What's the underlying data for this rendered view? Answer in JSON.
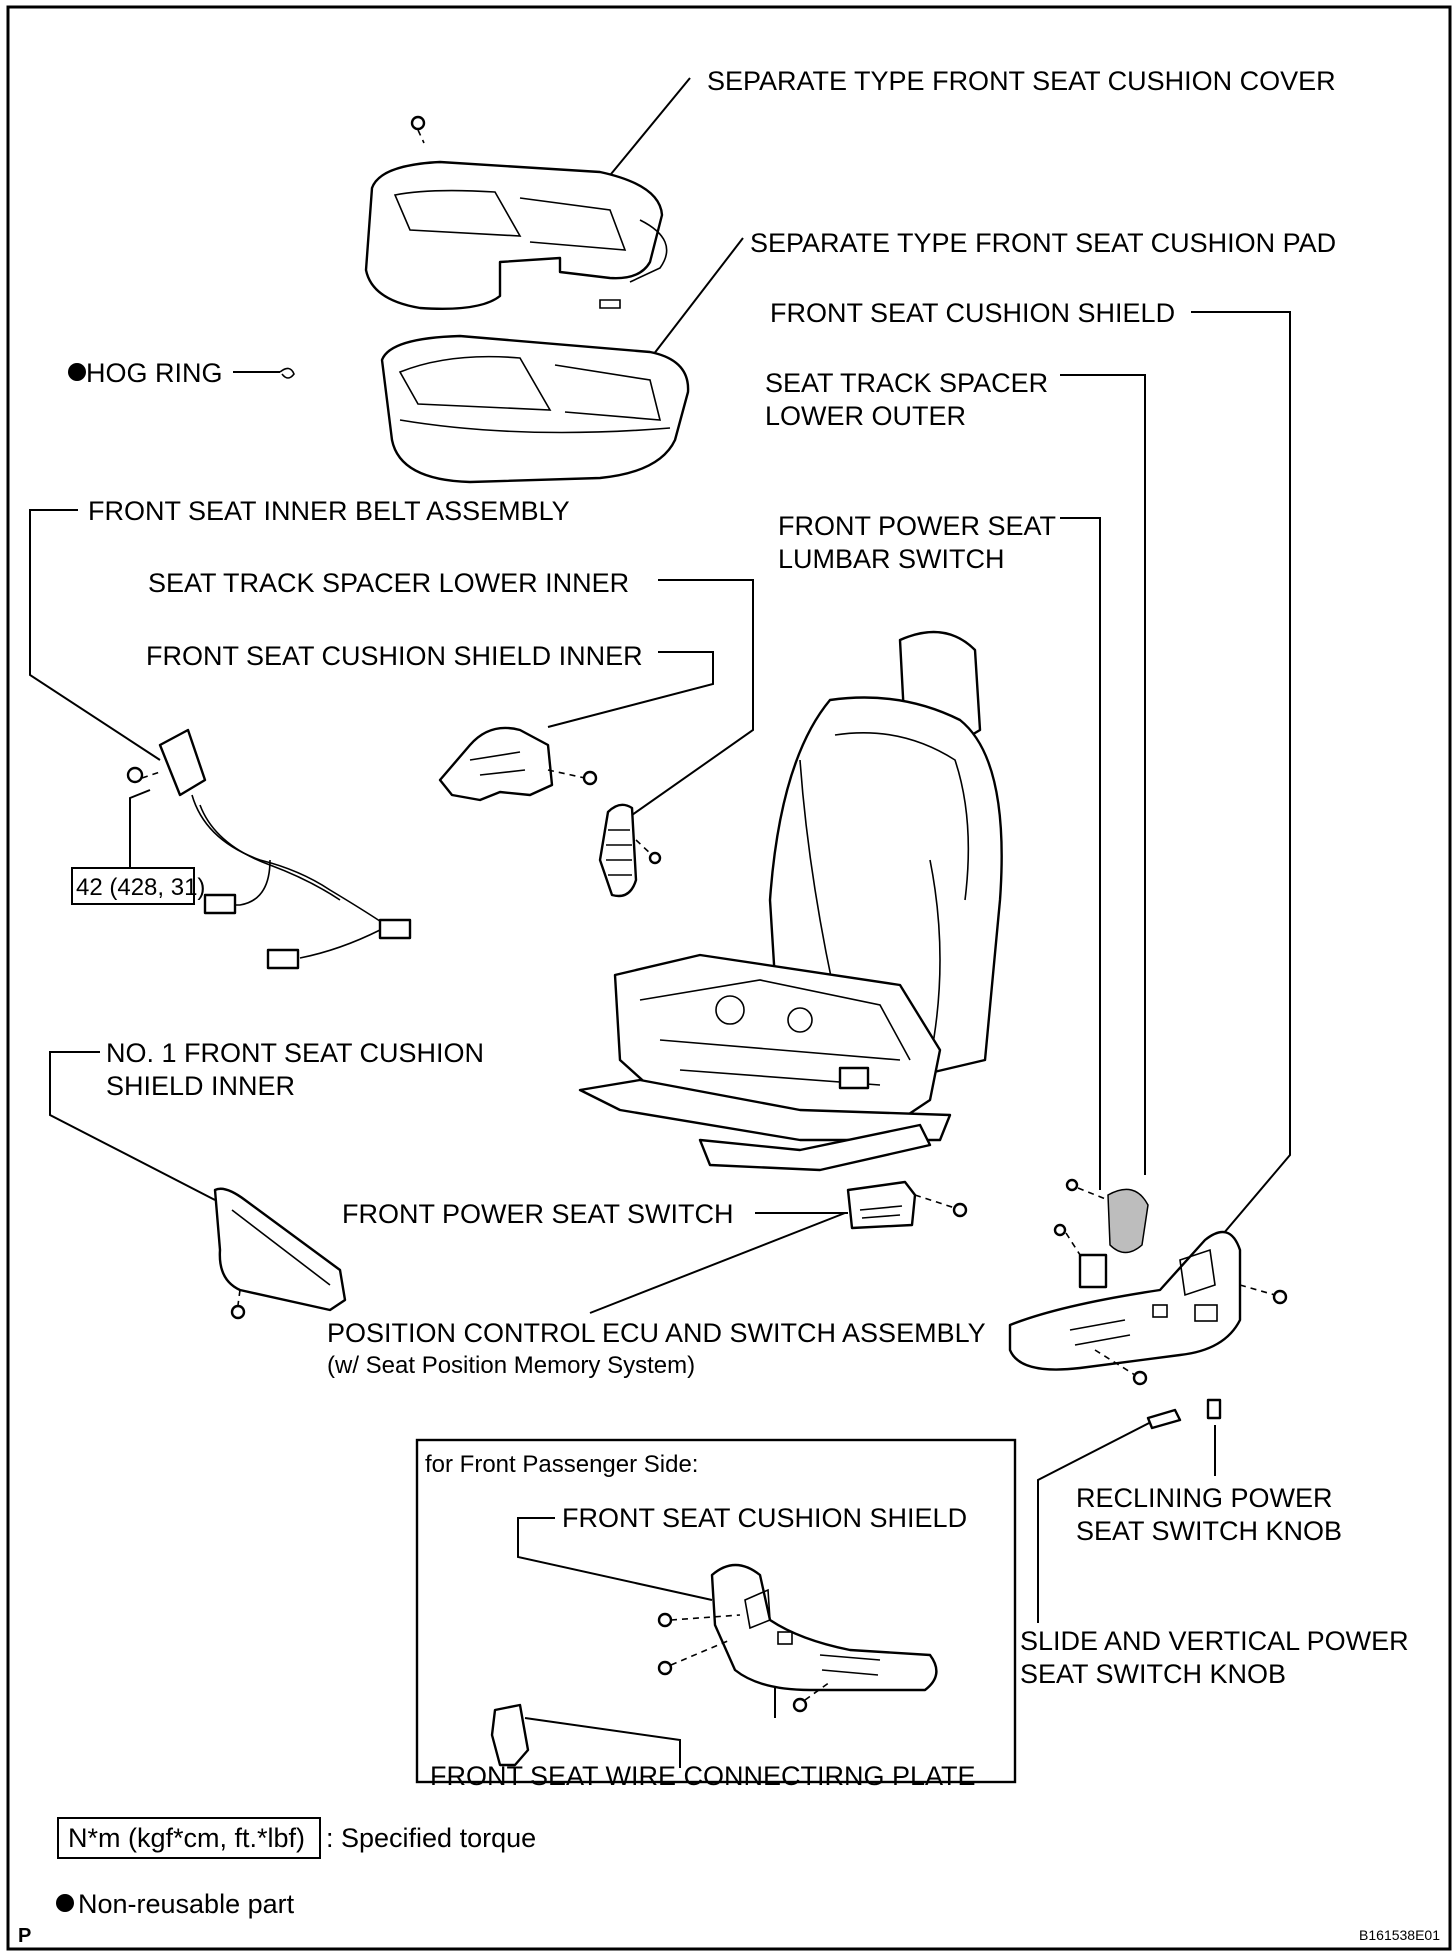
{
  "labels": {
    "cushion_cover": "SEPARATE TYPE FRONT SEAT CUSHION COVER",
    "cushion_pad": "SEPARATE TYPE FRONT SEAT CUSHION PAD",
    "cushion_shield": "FRONT SEAT CUSHION SHIELD",
    "hog_ring": "HOG RING",
    "track_spacer_outer_1": "SEAT TRACK SPACER",
    "track_spacer_outer_2": "LOWER OUTER",
    "inner_belt": "FRONT SEAT INNER BELT ASSEMBLY",
    "lumbar_switch_1": "FRONT POWER SEAT",
    "lumbar_switch_2": "LUMBAR SWITCH",
    "track_spacer_inner": "SEAT TRACK SPACER LOWER INNER",
    "shield_inner": "FRONT SEAT CUSHION SHIELD INNER",
    "no1_shield_inner_1": "NO. 1 FRONT SEAT CUSHION",
    "no1_shield_inner_2": "SHIELD INNER",
    "power_seat_switch": "FRONT POWER SEAT SWITCH",
    "ecu_assembly_1": "POSITION CONTROL ECU AND SWITCH ASSEMBLY",
    "ecu_assembly_2": "(w/ Seat Position Memory System)",
    "reclining_knob_1": "RECLINING POWER",
    "reclining_knob_2": "SEAT SWITCH KNOB",
    "slide_knob_1": "SLIDE AND VERTICAL POWER",
    "slide_knob_2": "SEAT SWITCH KNOB",
    "passenger_title": "for Front Passenger Side:",
    "passenger_shield": "FRONT SEAT CUSHION SHIELD",
    "wire_plate": "FRONT SEAT WIRE CONNECTIRNG PLATE",
    "torque_value": "42 (428, 31)"
  },
  "legend": {
    "torque_box": "N*m (kgf*cm, ft.*lbf)",
    "torque_text": ": Specified torque",
    "nonreusable": "Non-reusable part"
  },
  "footer": {
    "left_mark": "P",
    "figure_id": "B161538E01"
  }
}
